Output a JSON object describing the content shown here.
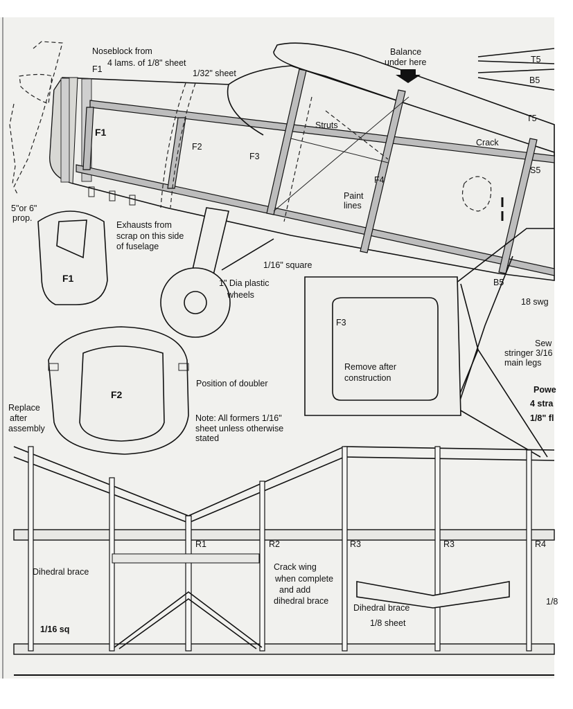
{
  "fuselage_labels": {
    "noseblock": [
      "Noseblock from",
      "4 lams. of 1/8\" sheet"
    ],
    "f1_top": "F1",
    "sheet_32": "1/32\" sheet",
    "f1_side": "F1",
    "f2": "F2",
    "f3": "F3",
    "f4": "F4",
    "struts": "Struts",
    "paint_lines": [
      "Paint",
      "lines"
    ],
    "balance": [
      "Balance",
      "under here"
    ],
    "crack": "Crack",
    "t5": "T5",
    "s5": "S5",
    "b5": "B5",
    "prop": [
      "5\"or 6\"",
      "prop."
    ],
    "exhausts": [
      "Exhausts from",
      "scrap on this side",
      "of fuselage"
    ],
    "square": "1/16\" square",
    "wheels": [
      "1\" Dia plastic",
      "wheels"
    ],
    "wire": "18 swg",
    "sew": [
      "Sew",
      "stringer 3/16",
      "main legs"
    ],
    "power": [
      "Powe",
      "4 stra",
      "1/8\" fl"
    ]
  },
  "tail_parts": {
    "t5": "T5",
    "b5": "B5"
  },
  "formers": {
    "f1": "F1",
    "f2": "F2",
    "f3": "F3",
    "doubler": "Position of doubler",
    "replace": [
      "Replace",
      "after",
      "assembly"
    ],
    "remove": [
      "Remove after",
      "construction"
    ],
    "note": [
      "Note: All formers  1/16\"",
      "sheet unless otherwise",
      "stated"
    ]
  },
  "wing": {
    "ribs": [
      "R1",
      "R2",
      "R3",
      "R3",
      "R4"
    ],
    "dihedral_brace": "Dihedral brace",
    "crack_wing": [
      "Crack wing",
      "when complete",
      "and add",
      "dihedral brace"
    ],
    "sq": "1/16 sq",
    "brace2": [
      "Dihedral brace",
      "1/8  sheet"
    ],
    "edge": "1/8"
  },
  "colors": {
    "paper": "#f1f1ee",
    "ink": "#111111",
    "strip": "#bdbdbd"
  }
}
